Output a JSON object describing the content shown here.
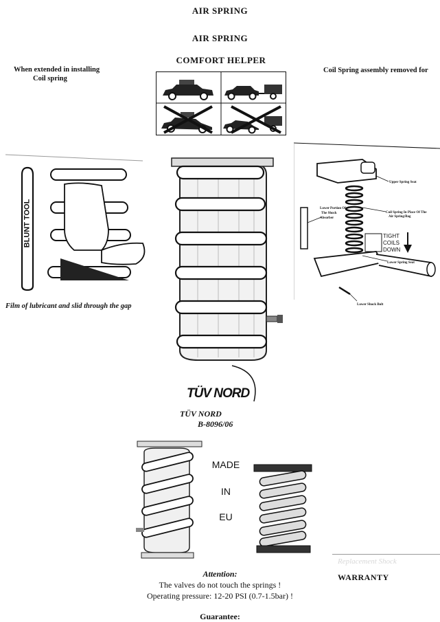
{
  "header": {
    "top_title": "AIR SPRING",
    "main_title": "AIR SPRING",
    "subtitle": "COMFORT HELPER"
  },
  "left_panel": {
    "note_line1": "When extended in installing",
    "note_line2": "Coil spring",
    "tool_label": "BLUNT TOOL",
    "caption": "Film of lubricant and slid through the gap"
  },
  "right_panel": {
    "note": "Coil Spring assembly removed for",
    "callouts": {
      "upper_seat": "Upper Spring Seat",
      "coil_in_place_1": "Coil Spring In Place Of The",
      "coil_in_place_2": "Air Spring/Bag",
      "lower_shock_1": "Lower Portion Of",
      "lower_shock_2": "The Shock",
      "lower_shock_3": "Absorber",
      "tight_1": "TIGHT",
      "tight_2": "COILS",
      "tight_3": "DOWN",
      "lower_seat": "Lower Spring Seat",
      "lower_bolt": "Lower Shock Bolt"
    }
  },
  "certification": {
    "logo_text": "TÜV NORD",
    "name": "TÜV NORD",
    "number": "B-8096/06"
  },
  "origin": {
    "line1": "MADE",
    "line2": "IN",
    "line3": "EU"
  },
  "warranty": {
    "faint_text": "Replacement Shock",
    "label": "WARRANTY"
  },
  "footer": {
    "attention_title": "Attention:",
    "attention_line1": "The valves do not touch the springs !",
    "attention_line2": "Operating pressure: 12-20 PSI (0.7-1.5bar) !",
    "guarantee_title": "Guarantee:"
  }
}
